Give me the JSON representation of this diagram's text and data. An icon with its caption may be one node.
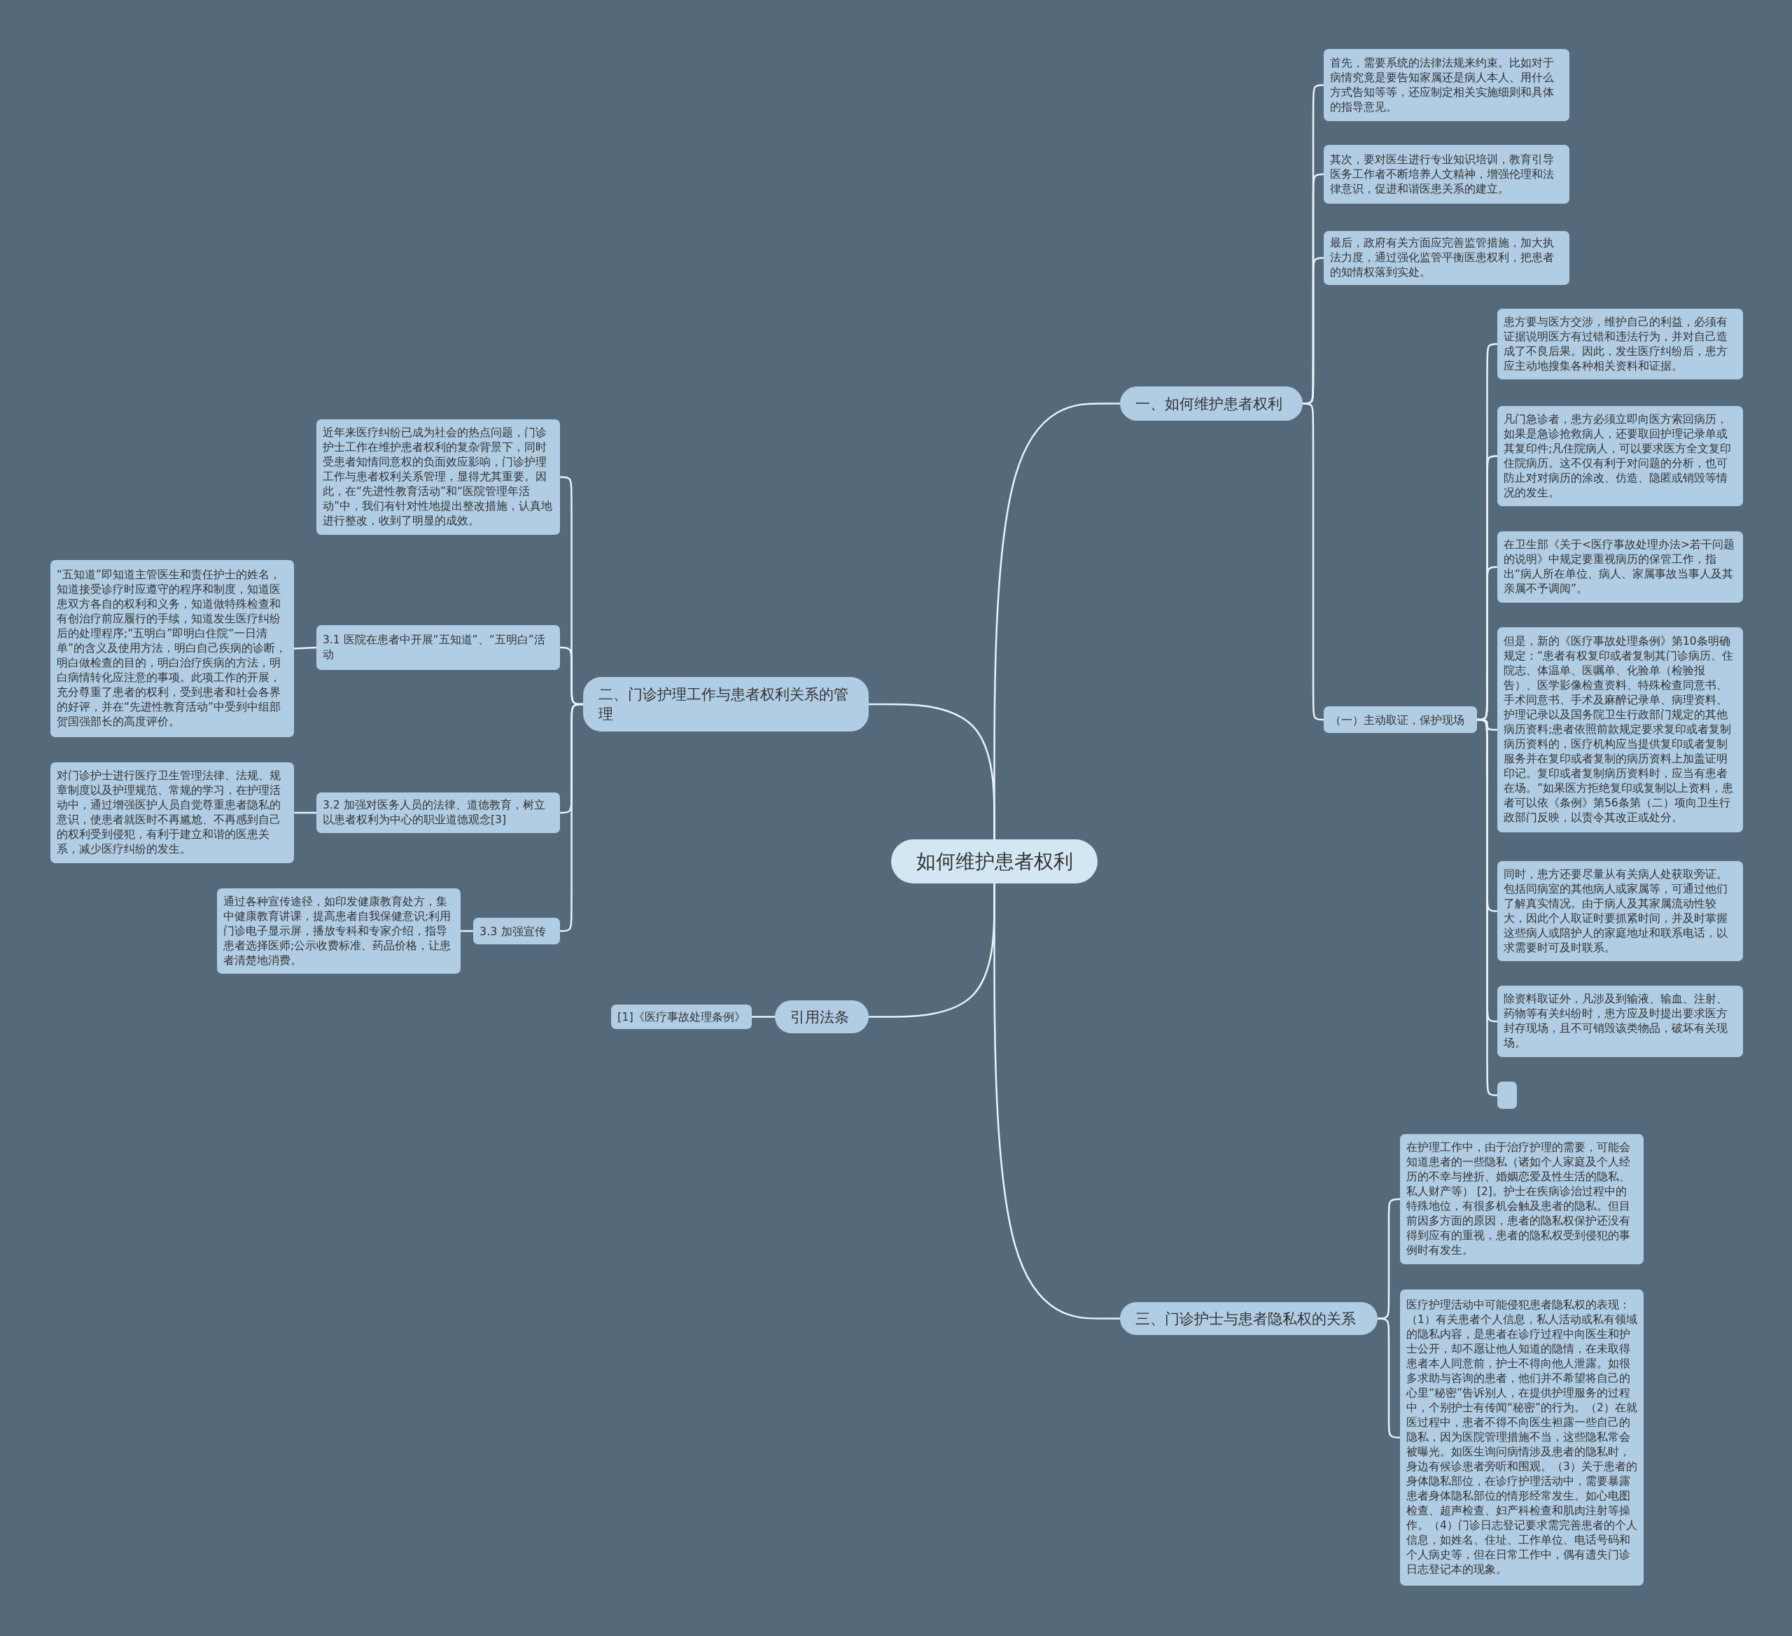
{
  "diagram": {
    "nodes": [
      {
        "text": [
          "如何维护患者权利"
        ]
      },
      {
        "text": [
          "一、如何维护患者权利"
        ]
      },
      {
        "text": [
          "首先，需要系统的法律法规来约束。比如对于病情究竟是要告知家属还是病人本人、用什么方式告知等等，还应制定相关实施细则和具体的指导意见。"
        ]
      },
      {
        "text": [
          "其次，要对医生进行专业知识培训，教育引导医务工作者不断培养人文精神，增强伦理和法律意识，促进和谐医患关系的建立。"
        ]
      },
      {
        "text": [
          "最后，政府有关方面应完善监管措施，加大执法力度，通过强化监管平衡医患权利，把患者的知情权落到实处。"
        ]
      },
      {
        "text": [
          "（一）主动取证，保护现场"
        ]
      },
      {
        "text": [
          "患方要与医方交涉，维护自己的利益，必须有证据说明医方有过错和违法行为，并对自己造成了不良后果。因此，发生医疗纠纷后，患方应主动地搜集各种相关资料和证据。"
        ]
      },
      {
        "text": [
          "凡门急诊者，患方必须立即向医方索回病历，如果是急诊抢救病人，还要取回护理记录单或其复印件;凡住院病人，可以要求医方全文复印住院病历。这不仅有利于对问题的分析，也可防止对对病历的涂改、仿造、隐匿或销毁等情况的发生。"
        ]
      },
      {
        "text": [
          "在卫生部《关于<医疗事故处理办法>若干问题的说明》中规定要重视病历的保管工作，指出“病人所在单位、病人、家属事故当事人及其亲属不予调阅”。"
        ]
      },
      {
        "text": [
          "但是，新的《医疗事故处理条例》第10条明确规定：“患者有权复印或者复制其门诊病历、住院志、体温单、医嘱单、化验单（检验报告）、医学影像检查资料、特殊检查同意书、手术同意书、手术及麻醉记录单、病理资料、护理记录以及国务院卫生行政部门规定的其他病历资料;患者依照前款规定要求复印或者复制病历资料的，医疗机构应当提供复印或者复制服务并在复印或者复制的病历资料上加盖证明印记。复印或者复制病历资料时，应当有患者在场。”如果医方拒绝复印或复制以上资料，患者可以依《条例》第56条第（二）项向卫生行政部门反映，以责令其改正或处分。"
        ]
      },
      {
        "text": [
          "同时，患方还要尽量从有关病人处获取旁证。包括同病室的其他病人或家属等，可通过他们了解真实情况。由于病人及其家属流动性较大，因此个人取证时要抓紧时间，并及时掌握这些病人或陪护人的家庭地址和联系电话，以求需要时可及时联系。"
        ]
      },
      {
        "text": [
          "除资料取证外，凡涉及到输液、输血、注射、药物等有关纠纷时，患方应及时提出要求医方封存现场，且不可销毁该类物品，破坏有关现场。"
        ]
      },
      {
        "text": [],
        "shape": "box"
      },
      {
        "text": [
          "三、门诊护士与患者隐私权的关系"
        ]
      },
      {
        "text": [
          "在护理工作中，由于治疗护理的需要，可能会知道患者的一些隐私（诸如个人家庭及个人经历的不幸与挫折、婚姻恋爱及性生活的隐私、私人财产等） [2]。护士在疾病诊治过程中的特殊地位，有很多机会触及患者的隐私。但目前因多方面的原因，患者的隐私权保护还没有得到应有的重视，患者的隐私权受到侵犯的事例时有发生。"
        ]
      },
      {
        "text": [
          "医疗护理活动中可能侵犯患者隐私权的表现：（1）有关患者个人信息，私人活动或私有领域的隐私内容，是患者在诊疗过程中向医生和护士公开，却不愿让他人知道的隐情，在未取得患者本人同意前，护士不得向他人泄露。如很多求助与咨询的患者，他们并不希望将自己的心里“秘密”告诉别人，在提供护理服务的过程中，个别护士有传闻“秘密”的行为。（2）在就医过程中，患者不得不向医生袒露一些自己的隐私，因为医院管理措施不当，这些隐私常会被曝光。如医生询问病情涉及患者的隐私时，身边有候诊患者旁听和围观。（3）关于患者的身体隐私部位，在诊疗护理活动中，需要暴露患者身体隐私部位的情形经常发生。如心电图检查、超声检查、妇产科检查和肌肉注射等操作。（4）门诊日志登记要求需完善患者的个人信息，如姓名、住址、工作单位、电话号码和个人病史等，但在日常工作中，偶有遗失门诊日志登记本的现象。"
        ]
      },
      {
        "text": [
          "二、门诊护理工作与患者权利关系的管理"
        ]
      },
      {
        "text": [
          "近年来医疗纠纷已成为社会的热点问题，门诊护士工作在维护患者权利的复杂背景下，同时受患者知情同意权的负面效应影响，门诊护理工作与患者权利关系管理，显得尤其重要。因此，在“先进性教育活动”和“医院管理年活动”中，我们有针对性地提出整改措施，认真地进行整改，收到了明显的成效。"
        ]
      },
      {
        "text": [
          "3.1 医院在患者中开展“五知道”、“五明白”活动"
        ]
      },
      {
        "text": [
          "“五知道”即知道主管医生和责任护士的姓名，知道接受诊疗时应遵守的程序和制度，知道医患双方各自的权利和义务，知道做特殊检查和有创治疗前应履行的手续，知道发生医疗纠纷后的处理程序;“五明白”即明白住院“一日清单”的含义及使用方法，明白自己疾病的诊断，明白做检查的目的，明白治疗疾病的方法，明白病情转化应注意的事项。此项工作的开展，充分尊重了患者的权利，受到患者和社会各界的好评，并在“先进性教育活动”中受到中组部贺国强部长的高度评价。"
        ]
      },
      {
        "text": [
          "3.2 加强对医务人员的法律、道德教育，树立以患者权利为中心的职业道德观念[3]"
        ]
      },
      {
        "text": [
          "对门诊护士进行医疗卫生管理法律、法规、规章制度以及护理规范、常规的学习，在护理活动中，通过增强医护人员自觉尊重患者隐私的意识，使患者就医时不再尴尬、不再感到自己的权利受到侵犯，有利于建立和谐的医患关系，减少医疗纠纷的发生。"
        ]
      },
      {
        "text": [
          "3.3 加强宣传"
        ]
      },
      {
        "text": [
          "通过各种宣传途径，如印发健康教育处方，集中健康教育讲课，提高患者自我保健意识;利用门诊电子显示屏，播放专科和专家介绍，指导患者选择医师;公示收费标准、药品价格，让患者清楚地消费。"
        ]
      },
      {
        "text": [
          "引用法条"
        ]
      },
      {
        "text": [
          "[1]《医疗事故处理条例》"
        ]
      }
    ],
    "edges": [
      {
        "from": 0,
        "to": 1,
        "arrow": "none"
      },
      {
        "from": 1,
        "to": 2,
        "arrow": "none"
      },
      {
        "from": 1,
        "to": 3,
        "arrow": "none"
      },
      {
        "from": 1,
        "to": 4,
        "arrow": "none"
      },
      {
        "from": 1,
        "to": 5,
        "arrow": "none"
      },
      {
        "from": 5,
        "to": 6,
        "arrow": "none"
      },
      {
        "from": 5,
        "to": 7,
        "arrow": "none"
      },
      {
        "from": 5,
        "to": 8,
        "arrow": "none"
      },
      {
        "from": 5,
        "to": 9,
        "arrow": "none"
      },
      {
        "from": 5,
        "to": 10,
        "arrow": "none"
      },
      {
        "from": 5,
        "to": 11,
        "arrow": "none"
      },
      {
        "from": 5,
        "to": 12,
        "arrow": "none"
      },
      {
        "from": 0,
        "to": 13,
        "arrow": "none"
      },
      {
        "from": 13,
        "to": 14,
        "arrow": "none"
      },
      {
        "from": 13,
        "to": 15,
        "arrow": "none"
      },
      {
        "from": 0,
        "to": 16,
        "arrow": "none"
      },
      {
        "from": 16,
        "to": 17,
        "arrow": "none"
      },
      {
        "from": 16,
        "to": 18,
        "arrow": "none"
      },
      {
        "from": 18,
        "to": 19,
        "arrow": "none"
      },
      {
        "from": 16,
        "to": 20,
        "arrow": "none"
      },
      {
        "from": 20,
        "to": 21,
        "arrow": "none"
      },
      {
        "from": 16,
        "to": 22,
        "arrow": "none"
      },
      {
        "from": 22,
        "to": 23,
        "arrow": "none"
      },
      {
        "from": 0,
        "to": 24,
        "arrow": "none"
      },
      {
        "from": 24,
        "to": 25,
        "arrow": "none"
      }
    ]
  }
}
